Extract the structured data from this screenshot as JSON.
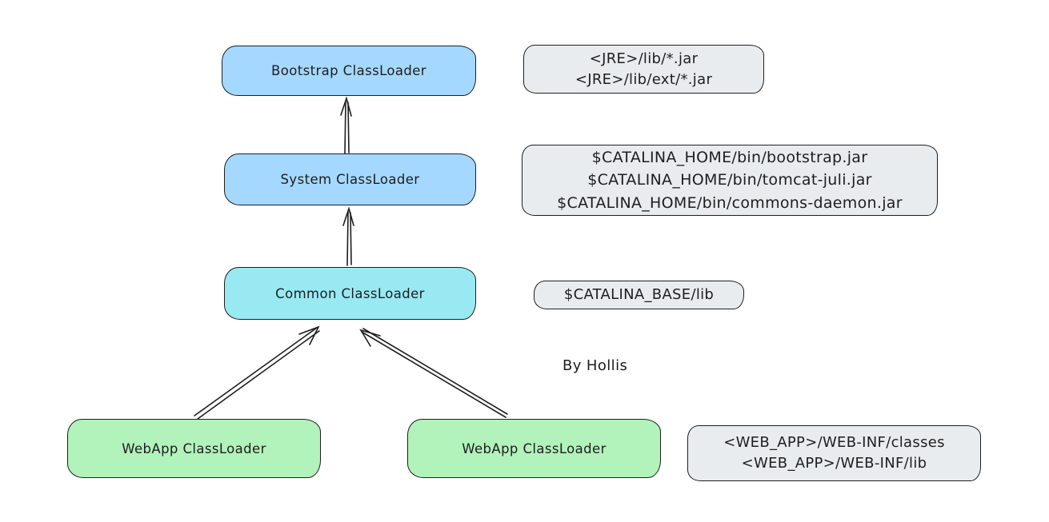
{
  "diagram": {
    "nodes": {
      "bootstrap": {
        "label": "Bootstrap ClassLoader",
        "fill": "#a5d8ff"
      },
      "system": {
        "label": "System ClassLoader",
        "fill": "#a5d8ff"
      },
      "common": {
        "label": "Common ClassLoader",
        "fill": "#99e9f2"
      },
      "webapp_left": {
        "label": "WebApp ClassLoader",
        "fill": "#b2f2bb"
      },
      "webapp_right": {
        "label": "WebApp ClassLoader",
        "fill": "#b2f2bb"
      }
    },
    "annotations": {
      "jre": {
        "lines": [
          "<JRE>/lib/*.jar",
          "<JRE>/lib/ext/*.jar"
        ]
      },
      "catalina_home": {
        "lines": [
          "$CATALINA_HOME/bin/bootstrap.jar",
          "$CATALINA_HOME/bin/tomcat-juli.jar",
          "$CATALINA_HOME/bin/commons-daemon.jar"
        ]
      },
      "catalina_base": {
        "lines": [
          "$CATALINA_BASE/lib"
        ]
      },
      "webapp": {
        "lines": [
          "<WEB_APP>/WEB-INF/classes",
          "<WEB_APP>/WEB-INF/lib"
        ]
      }
    },
    "credit": "By Hollis",
    "colors": {
      "note_bg": "#e9ecef",
      "stroke": "#1e1e1e",
      "background": "#ffffff"
    }
  }
}
